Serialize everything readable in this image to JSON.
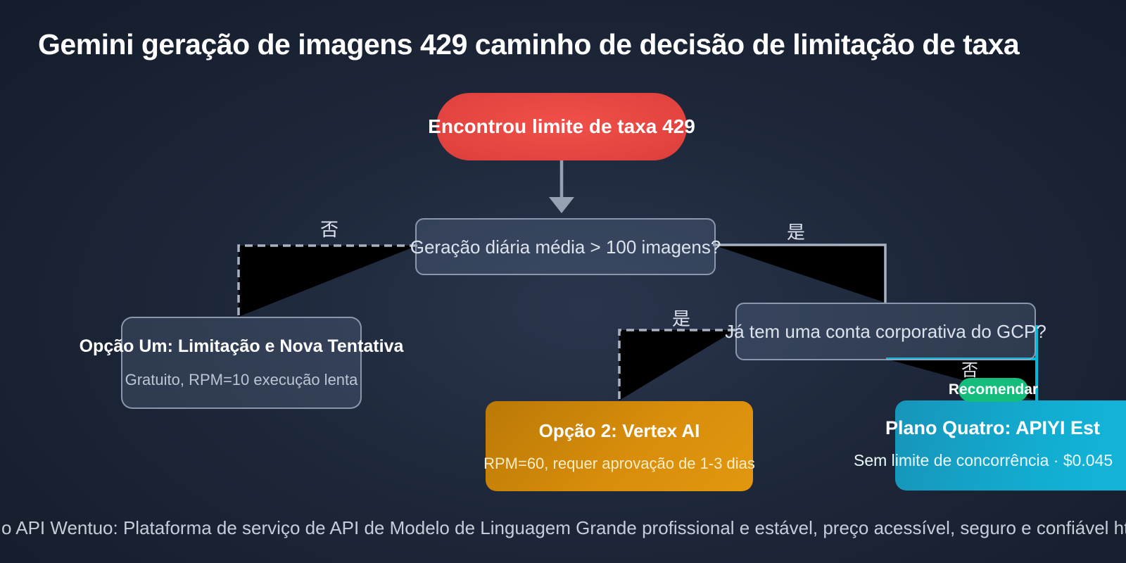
{
  "diagram": {
    "title": "Gemini geração de imagens 429 caminho de decisão de limitação de taxa",
    "start": {
      "label": "Encontrou limite de taxa 429",
      "color": "#e4443f"
    },
    "decision_daily": {
      "label": "Geração diária média > 100 imagens?"
    },
    "decision_gcp": {
      "label": "Já tem uma conta corporativa do GCP?"
    },
    "option_throttle": {
      "title": "Opção Um: Limitação e Nova Tentativa",
      "subtitle": "Gratuito, RPM=10 execução lenta"
    },
    "option_vertex": {
      "title": "Opção 2: Vertex AI",
      "subtitle": "RPM=60, requer aprovação de 1-3 dias",
      "color": "#d88d0b"
    },
    "option_apiyi": {
      "title": "Plano Quatro: APIYI Est",
      "subtitle": "Sem limite de concorrência · $0.045",
      "color": "#12aed2",
      "badge": "Recomendar",
      "badge_color": "#14bd7c"
    },
    "edge_labels": {
      "no_daily": "否",
      "yes_daily": "是",
      "yes_gcp": "是",
      "no_gcp": "否"
    },
    "edge_colors": {
      "normal": "#a8b2c2",
      "highlight": "#00b9dd",
      "fill_artifact": "#000000"
    }
  },
  "footer": "o API Wentuo: Plataforma de serviço de API de Modelo de Linguagem Grande profissional e estável, preço acessível, seguro e confiável https:"
}
